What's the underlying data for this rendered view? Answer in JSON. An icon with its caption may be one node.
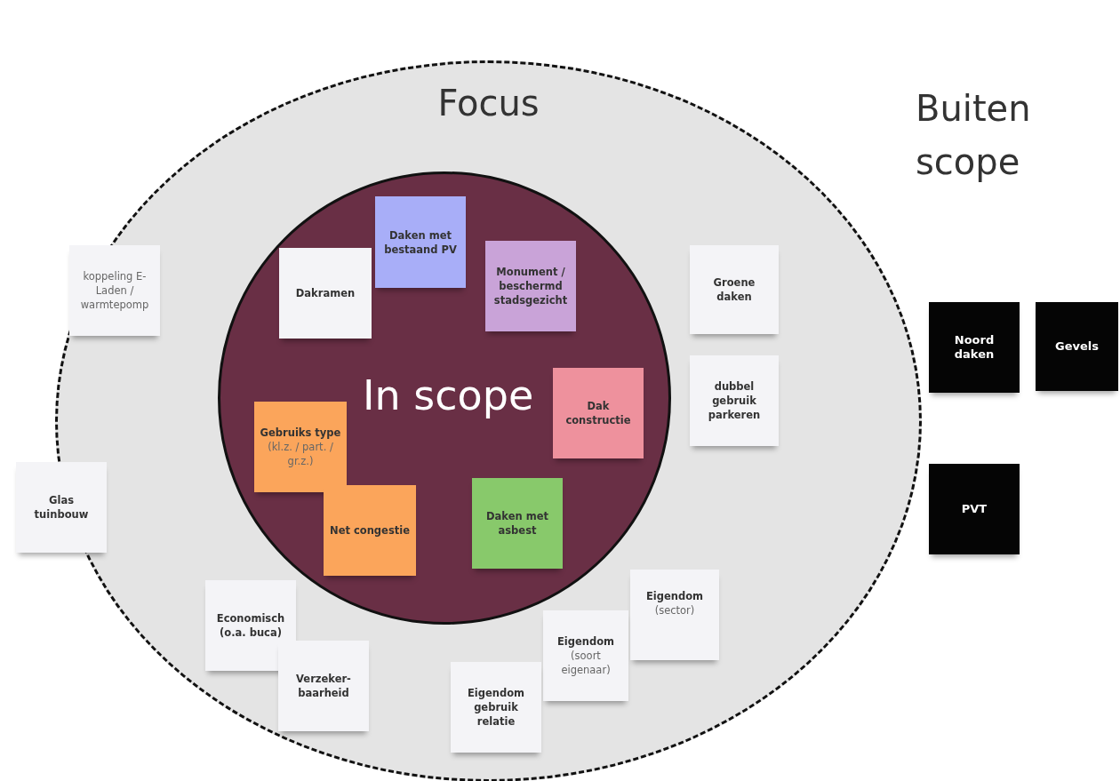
{
  "diagram": {
    "nodes": [
      {
        "text": [
          "Focus"
        ]
      },
      {
        "text": [
          "In scope"
        ],
        "in": 0
      },
      {
        "text": [
          "Daken met bestaand PV"
        ],
        "in": 1
      },
      {
        "text": [
          "Monument / beschermd stadsgezicht"
        ],
        "in": 1
      },
      {
        "text": [
          "Dakramen"
        ],
        "in": 1
      },
      {
        "text": [
          "Dak constructie"
        ],
        "in": 1
      },
      {
        "text": [
          "Gebruiks type",
          "(kl.z. / part. / gr.z.)"
        ],
        "in": 1
      },
      {
        "text": [
          "Net congestie"
        ],
        "in": 1
      },
      {
        "text": [
          "Daken met asbest"
        ],
        "in": 1
      },
      {
        "text": [
          "koppeling E- Laden / warmtepomp"
        ],
        "in": 0
      },
      {
        "text": [
          "Groene daken"
        ],
        "in": 0
      },
      {
        "text": [
          "dubbel gebruik parkeren"
        ],
        "in": 0
      },
      {
        "text": [
          "Glas tuinbouw"
        ]
      },
      {
        "text": [
          "Economisch (o.a. buca)"
        ],
        "in": 0
      },
      {
        "text": [
          "Eigendom",
          "(sector)"
        ],
        "in": 0
      },
      {
        "text": [
          "Eigendom",
          "(soort eigenaar)"
        ],
        "in": 0
      },
      {
        "text": [
          "Verzeker- baarheid"
        ],
        "in": 0
      },
      {
        "text": [
          "Eigendom gebruik relatie"
        ],
        "in": 0
      },
      {
        "text": [
          "Noord daken"
        ]
      },
      {
        "text": [
          "Gevels"
        ]
      },
      {
        "text": [
          "PVT"
        ]
      }
    ],
    "labels": [
      "Buiten scope"
    ]
  }
}
